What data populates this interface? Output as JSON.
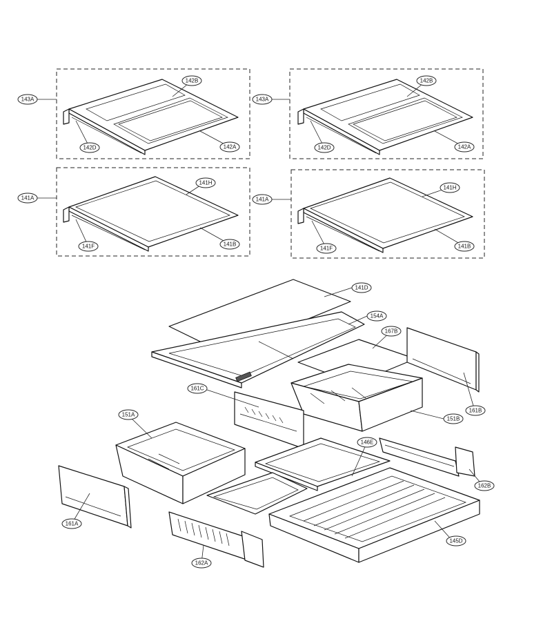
{
  "callouts": {
    "c143A_1": "143A",
    "c142B_1": "142B",
    "c142D_1": "142D",
    "c142A_1": "142A",
    "c143A_2": "143A",
    "c142B_2": "142B",
    "c142D_2": "142D",
    "c142A_2": "142A",
    "c141A_1": "141A",
    "c141H_1": "141H",
    "c141F_1": "141F",
    "c141B_1": "141B",
    "c141A_2": "141A",
    "c141H_2": "141H",
    "c141F_2": "141F",
    "c141B_2": "141B",
    "c141D": "141D",
    "c154A": "154A",
    "c167B": "167B",
    "c161B": "161B",
    "c161C": "161C",
    "c151A": "151A",
    "c151B": "151B",
    "c146E": "146E",
    "c162B": "162B",
    "c161A": "161A",
    "c145D": "145D",
    "c162A": "162A"
  }
}
